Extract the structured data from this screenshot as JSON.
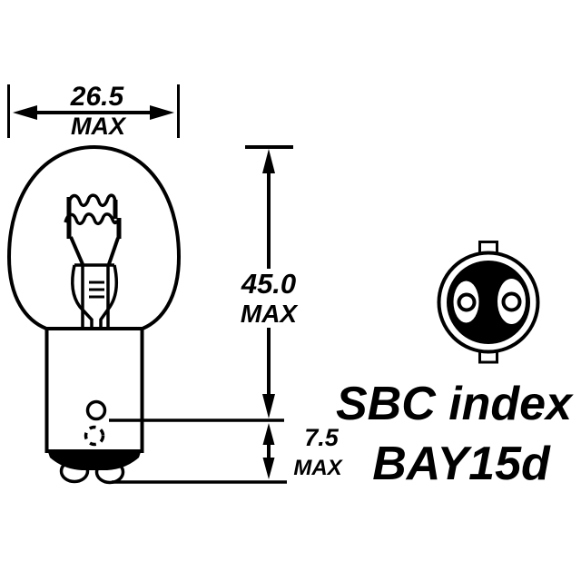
{
  "labels": {
    "index": "SBC index",
    "cap_type": "BAY15d"
  },
  "dimensions": {
    "width": {
      "value": "26.5",
      "qualifier": "MAX"
    },
    "height": {
      "value": "45.0",
      "qualifier": "MAX"
    },
    "base": {
      "value": "7.5",
      "qualifier": "MAX"
    }
  },
  "colors": {
    "line": "#000000",
    "background": "#ffffff"
  }
}
